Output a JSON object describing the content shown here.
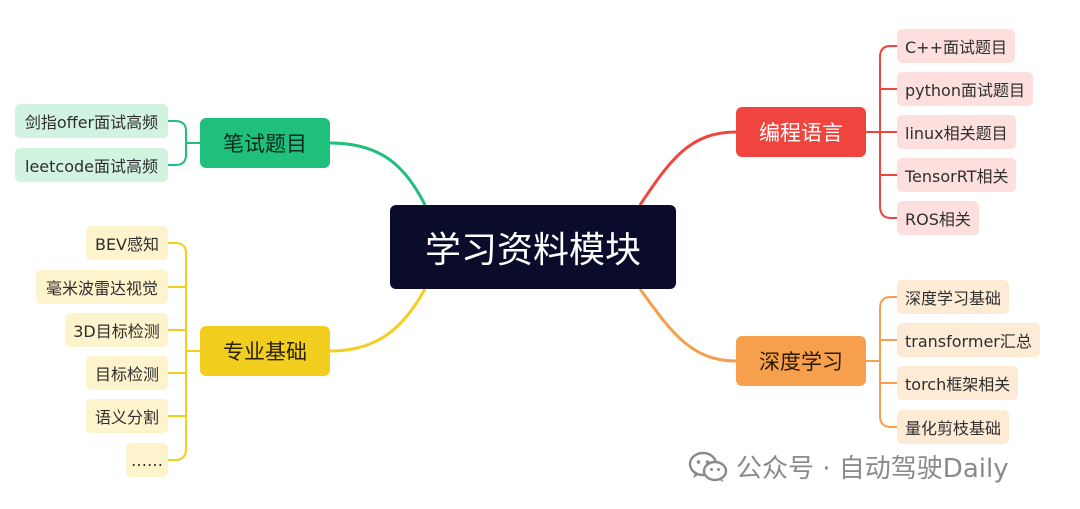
{
  "center": {
    "label": "学习资料模块"
  },
  "branches": {
    "programming": {
      "label": "编程语言",
      "color": "#f0453f",
      "leaves": [
        "C++面试题目",
        "python面试题目",
        "linux相关题目",
        "TensorRT相关",
        "ROS相关"
      ]
    },
    "deep_learning": {
      "label": "深度学习",
      "color": "#f6a04d",
      "leaves": [
        "深度学习基础",
        "transformer汇总",
        "torch框架相关",
        "量化剪枝基础"
      ]
    },
    "written_test": {
      "label": "笔试题目",
      "color": "#1fbf7c",
      "leaves": [
        "剑指offer面试高频",
        "leetcode面试高频"
      ]
    },
    "professional": {
      "label": "专业基础",
      "color": "#f2cf1f",
      "leaves": [
        "BEV感知",
        "毫米波雷达视觉",
        "3D目标检测",
        "目标检测",
        "语义分割",
        "……"
      ]
    }
  },
  "watermark": {
    "text": "公众号 · 自动驾驶Daily",
    "icon": "wechat-icon"
  }
}
